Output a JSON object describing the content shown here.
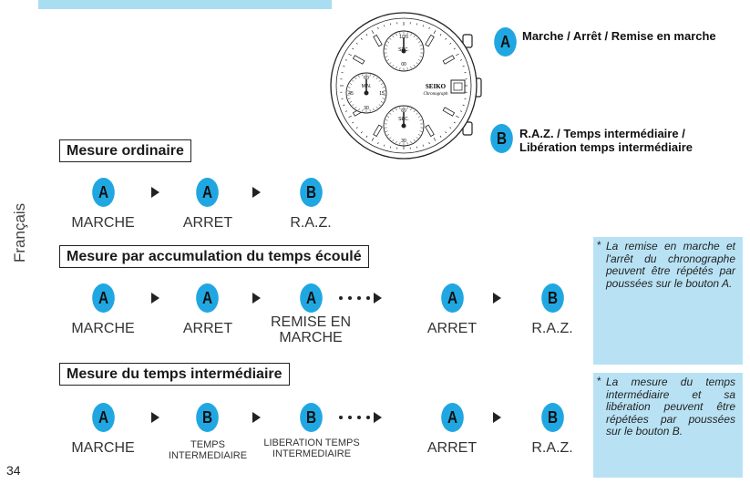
{
  "page": {
    "language": "Français",
    "number": "34"
  },
  "watch": {
    "brand": "SEIKO",
    "model": "Chronograph",
    "sub_top": {
      "label": "SEC.",
      "ticks": [
        "1/20",
        "00"
      ]
    },
    "sub_left": {
      "label": "MIN.",
      "ticks": [
        "60",
        "15",
        "45",
        "30"
      ]
    },
    "sub_right": {
      "label": "SEC.",
      "ticks": [
        "60",
        "30"
      ]
    }
  },
  "legend": {
    "a": {
      "letter": "A",
      "text": "Marche / Arrêt / Remise en marche"
    },
    "b": {
      "letter": "B",
      "text": "R.A.Z. / Temps intermédiaire / Libération temps intermédiaire"
    }
  },
  "sections": [
    {
      "title": "Mesure ordinaire",
      "steps": [
        {
          "button": "A",
          "label": "MARCHE"
        },
        {
          "button": "A",
          "label": "ARRET"
        },
        {
          "button": "B",
          "label": "R.A.Z."
        }
      ]
    },
    {
      "title": "Mesure par accumulation du temps écoulé",
      "steps": [
        {
          "button": "A",
          "label": "MARCHE"
        },
        {
          "button": "A",
          "label": "ARRET"
        },
        {
          "button": "A",
          "label": "REMISE EN MARCHE"
        },
        {
          "button": "A",
          "label": "ARRET"
        },
        {
          "button": "B",
          "label": "R.A.Z."
        }
      ],
      "note": "La remise en marche et l'arrêt du chronographe peuvent être répétés par poussées sur le bouton A."
    },
    {
      "title": "Mesure du temps intermédiaire",
      "steps": [
        {
          "button": "A",
          "label": "MARCHE"
        },
        {
          "button": "B",
          "label": "TEMPS INTERMEDIAIRE"
        },
        {
          "button": "B",
          "label": "LIBERATION TEMPS INTERMEDIAIRE"
        },
        {
          "button": "A",
          "label": "ARRET"
        },
        {
          "button": "B",
          "label": "R.A.Z."
        }
      ],
      "note": "La mesure du temps intermédiaire et sa libération peuvent être répétées par poussées sur le bouton B."
    }
  ],
  "note_marker": "*",
  "colors": {
    "accent": "#20a7e2",
    "note_bg": "#b8e2f4",
    "band": "#a9ddf2"
  }
}
